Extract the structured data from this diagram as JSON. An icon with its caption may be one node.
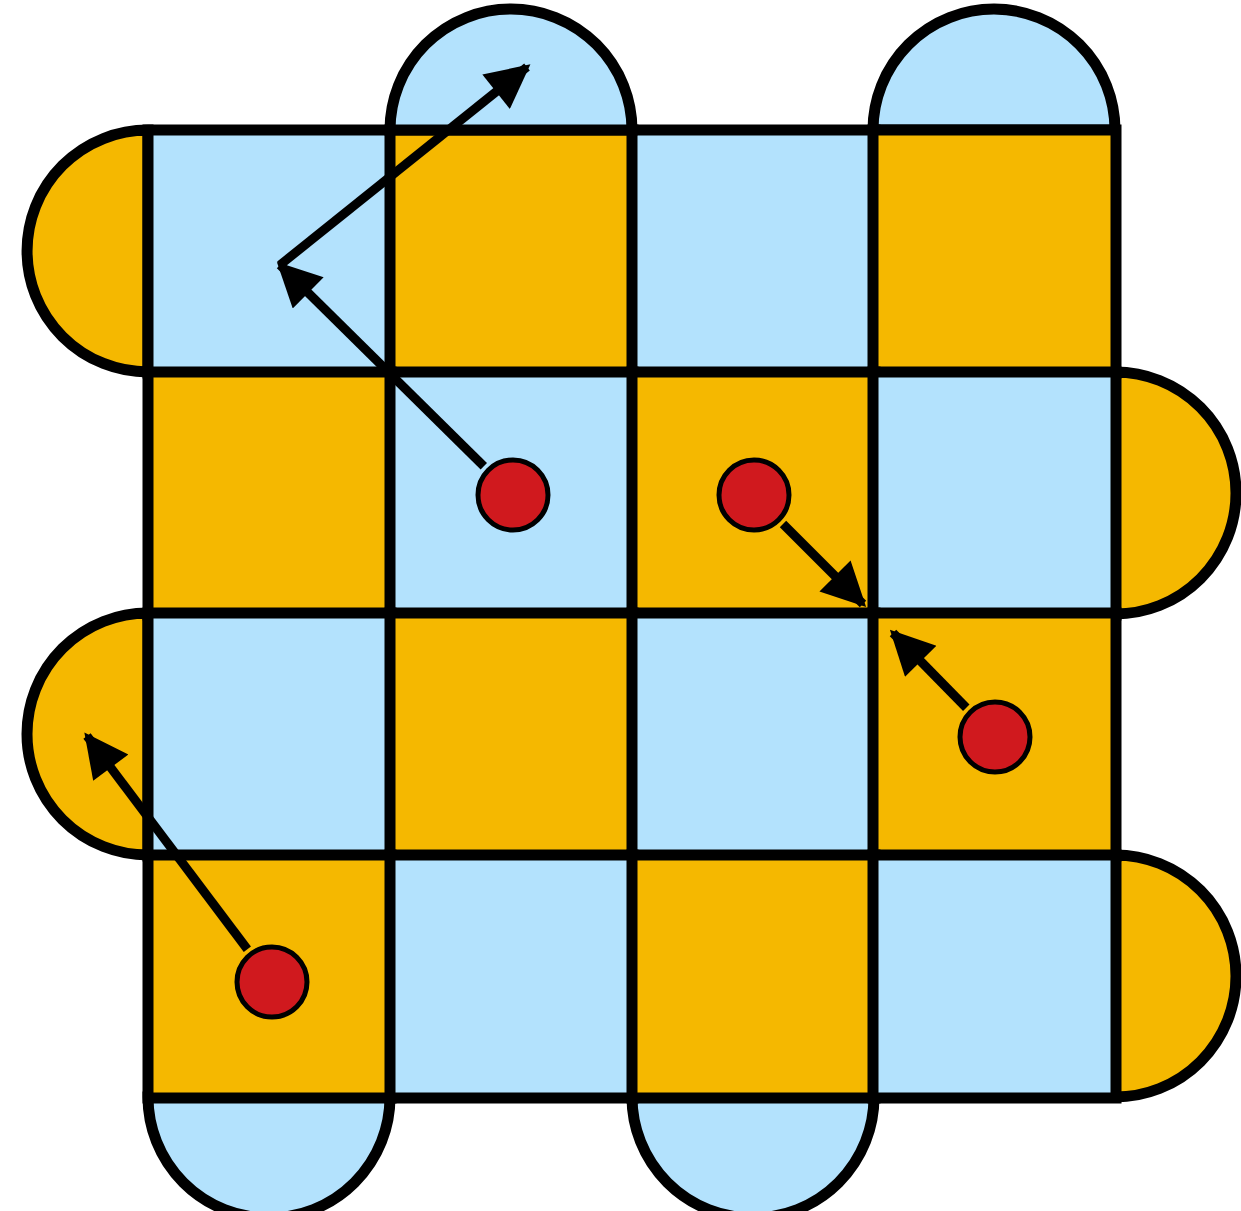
{
  "diagram": {
    "nodes": [
      {
        "text": [],
        "shape": "circle"
      },
      {
        "text": [],
        "shape": "circle"
      },
      {
        "text": [],
        "shape": "circle"
      },
      {
        "text": [],
        "shape": "circle"
      },
      {
        "text": [],
        "shape": "semicircle"
      }
    ],
    "edges": [
      {
        "from": 0,
        "to": null,
        "arrow": "to"
      },
      {
        "from": null,
        "to": 4,
        "arrow": "to"
      },
      {
        "from": 1,
        "to": null,
        "arrow": "to"
      },
      {
        "from": 2,
        "to": null,
        "arrow": "to"
      },
      {
        "from": 3,
        "to": null,
        "arrow": "to"
      }
    ]
  }
}
